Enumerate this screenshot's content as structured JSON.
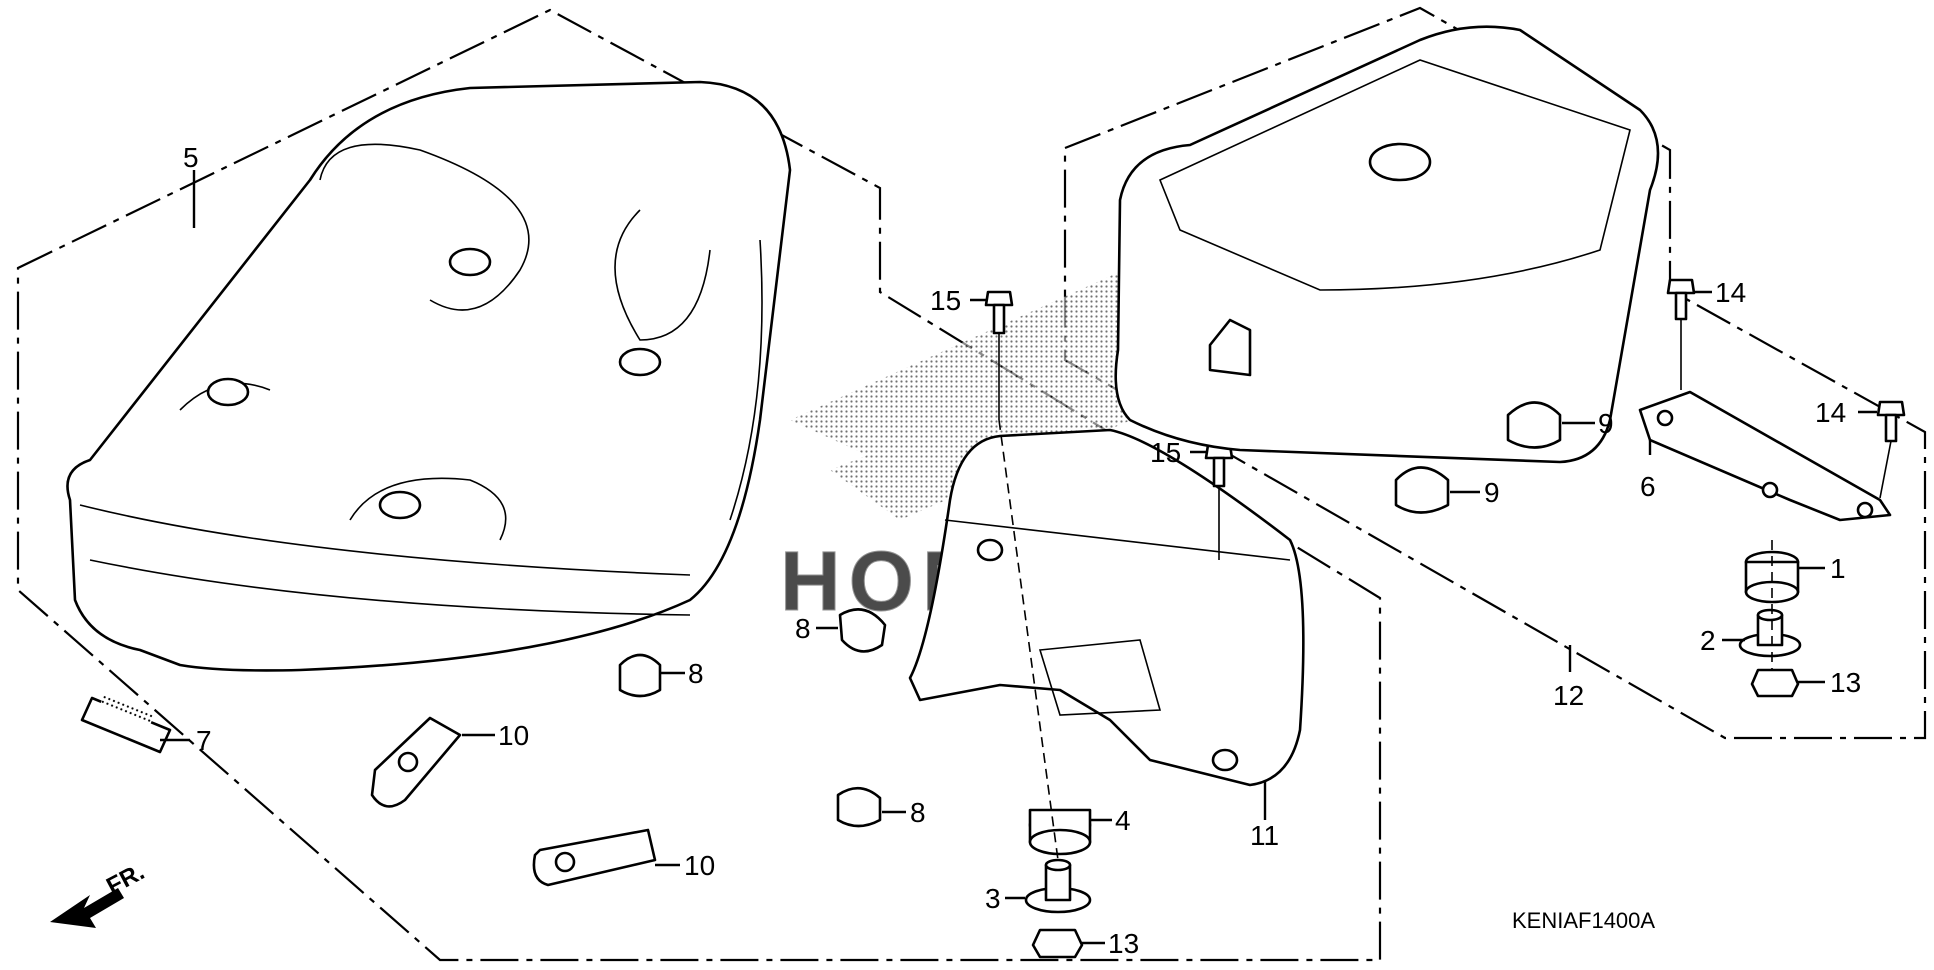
{
  "diagram": {
    "diagram_code": "KENIAF1400A",
    "front_indicator": "FR.",
    "watermark_text": "HONDA",
    "callouts": [
      {
        "id": "5",
        "number": "5",
        "part": "seat"
      },
      {
        "id": "15a",
        "number": "15",
        "part": "bolt"
      },
      {
        "id": "15b",
        "number": "15",
        "part": "bolt"
      },
      {
        "id": "14a",
        "number": "14",
        "part": "bolt"
      },
      {
        "id": "14b",
        "number": "14",
        "part": "bolt"
      },
      {
        "id": "9a",
        "number": "9",
        "part": "cushion"
      },
      {
        "id": "9b",
        "number": "9",
        "part": "cushion"
      },
      {
        "id": "6",
        "number": "6",
        "part": "bracket"
      },
      {
        "id": "1",
        "number": "1",
        "part": "rubber mount"
      },
      {
        "id": "2",
        "number": "2",
        "part": "collar"
      },
      {
        "id": "13a",
        "number": "13",
        "part": "nut"
      },
      {
        "id": "12",
        "number": "12",
        "part": "rear seat assembly"
      },
      {
        "id": "8a",
        "number": "8",
        "part": "cushion"
      },
      {
        "id": "8b",
        "number": "8",
        "part": "cushion"
      },
      {
        "id": "8c",
        "number": "8",
        "part": "cushion"
      },
      {
        "id": "7",
        "number": "7",
        "part": "rubber"
      },
      {
        "id": "10a",
        "number": "10",
        "part": "cushion"
      },
      {
        "id": "10b",
        "number": "10",
        "part": "cushion"
      },
      {
        "id": "4",
        "number": "4",
        "part": "rubber mount"
      },
      {
        "id": "3",
        "number": "3",
        "part": "collar"
      },
      {
        "id": "13b",
        "number": "13",
        "part": "nut"
      },
      {
        "id": "11",
        "number": "11",
        "part": "seat base"
      }
    ]
  }
}
